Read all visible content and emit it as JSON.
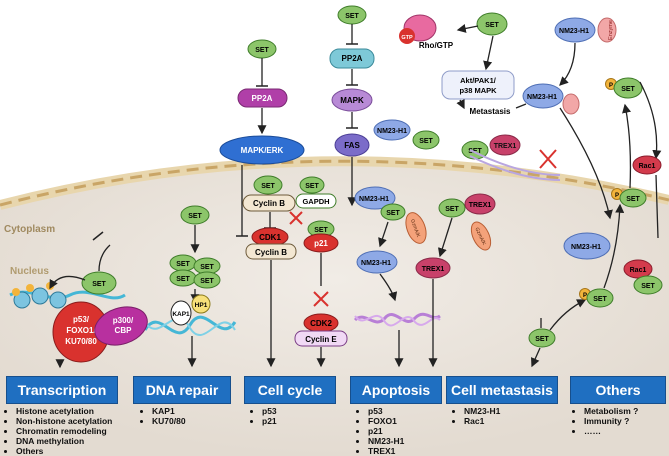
{
  "regions": {
    "cytoplasm": "Cytoplasm",
    "nucleus": "Nucleus"
  },
  "nodes": {
    "set": "SET",
    "pp2a": "PP2A",
    "mapk_erk": "MAPK/ERK",
    "mapk": "MAPK",
    "fas": "FAS",
    "cyclin_b": "Cyclin B",
    "cdk1": "CDK1",
    "gapdh": "GAPDH",
    "p21": "p21",
    "cdk2": "CDK2",
    "cyclin_e": "Cyclin E",
    "nm23_h1": "NM23-H1",
    "trex1": "TREX1",
    "granzyme_k": "GzmA/K",
    "rho_gtp": "Rho/GTP",
    "gtp": "GTP",
    "akt_pak1_p38": [
      "Akt/PAK1/",
      "p38 MAPK"
    ],
    "metastasis": "Metastasis",
    "enzyme": "Enzyme",
    "rac1": "Rac1",
    "phospho": "P",
    "kap1": "KAP1",
    "hp1": "HP1",
    "p53_complex": [
      "p53/",
      "FOXO1/",
      "KU70/80"
    ],
    "p300_cbp": [
      "p300/",
      "CBP"
    ]
  },
  "categories": [
    {
      "label": "Transcription",
      "items": [
        "Histone acetylation",
        "Non-histone acetylation",
        "Chromatin remodeling",
        "DNA methylation",
        "Others"
      ]
    },
    {
      "label": "DNA repair",
      "items": [
        "KAP1",
        "KU70/80"
      ]
    },
    {
      "label": "Cell cycle",
      "items": [
        "p53",
        "p21"
      ]
    },
    {
      "label": "Apoptosis",
      "items": [
        "p53",
        "FOXO1",
        "p21",
        "NM23-H1",
        "TREX1"
      ]
    },
    {
      "label": "Cell metastasis",
      "items": [
        "NM23-H1",
        "Rac1"
      ]
    },
    {
      "label": "Others",
      "items": [
        "Metabolism ?",
        "Immunity ?",
        "……"
      ]
    }
  ],
  "colors": {
    "set_fill": "#8cc56a",
    "set_stroke": "#3f7d2a",
    "pp2a_fill": "#b03fa8",
    "mapk_erk_fill": "#2f6fd2",
    "cdk1_fill": "#d9322e",
    "nm23_fill": "#8ea9e6",
    "trex1_fill": "#c8416a",
    "rac1_fill": "#d33b4c",
    "phospho_fill": "#f3b43b",
    "category_fill": "#1f6fc1",
    "membrane": "#e6c98f",
    "nucleus_fill": "#ece5dc"
  }
}
